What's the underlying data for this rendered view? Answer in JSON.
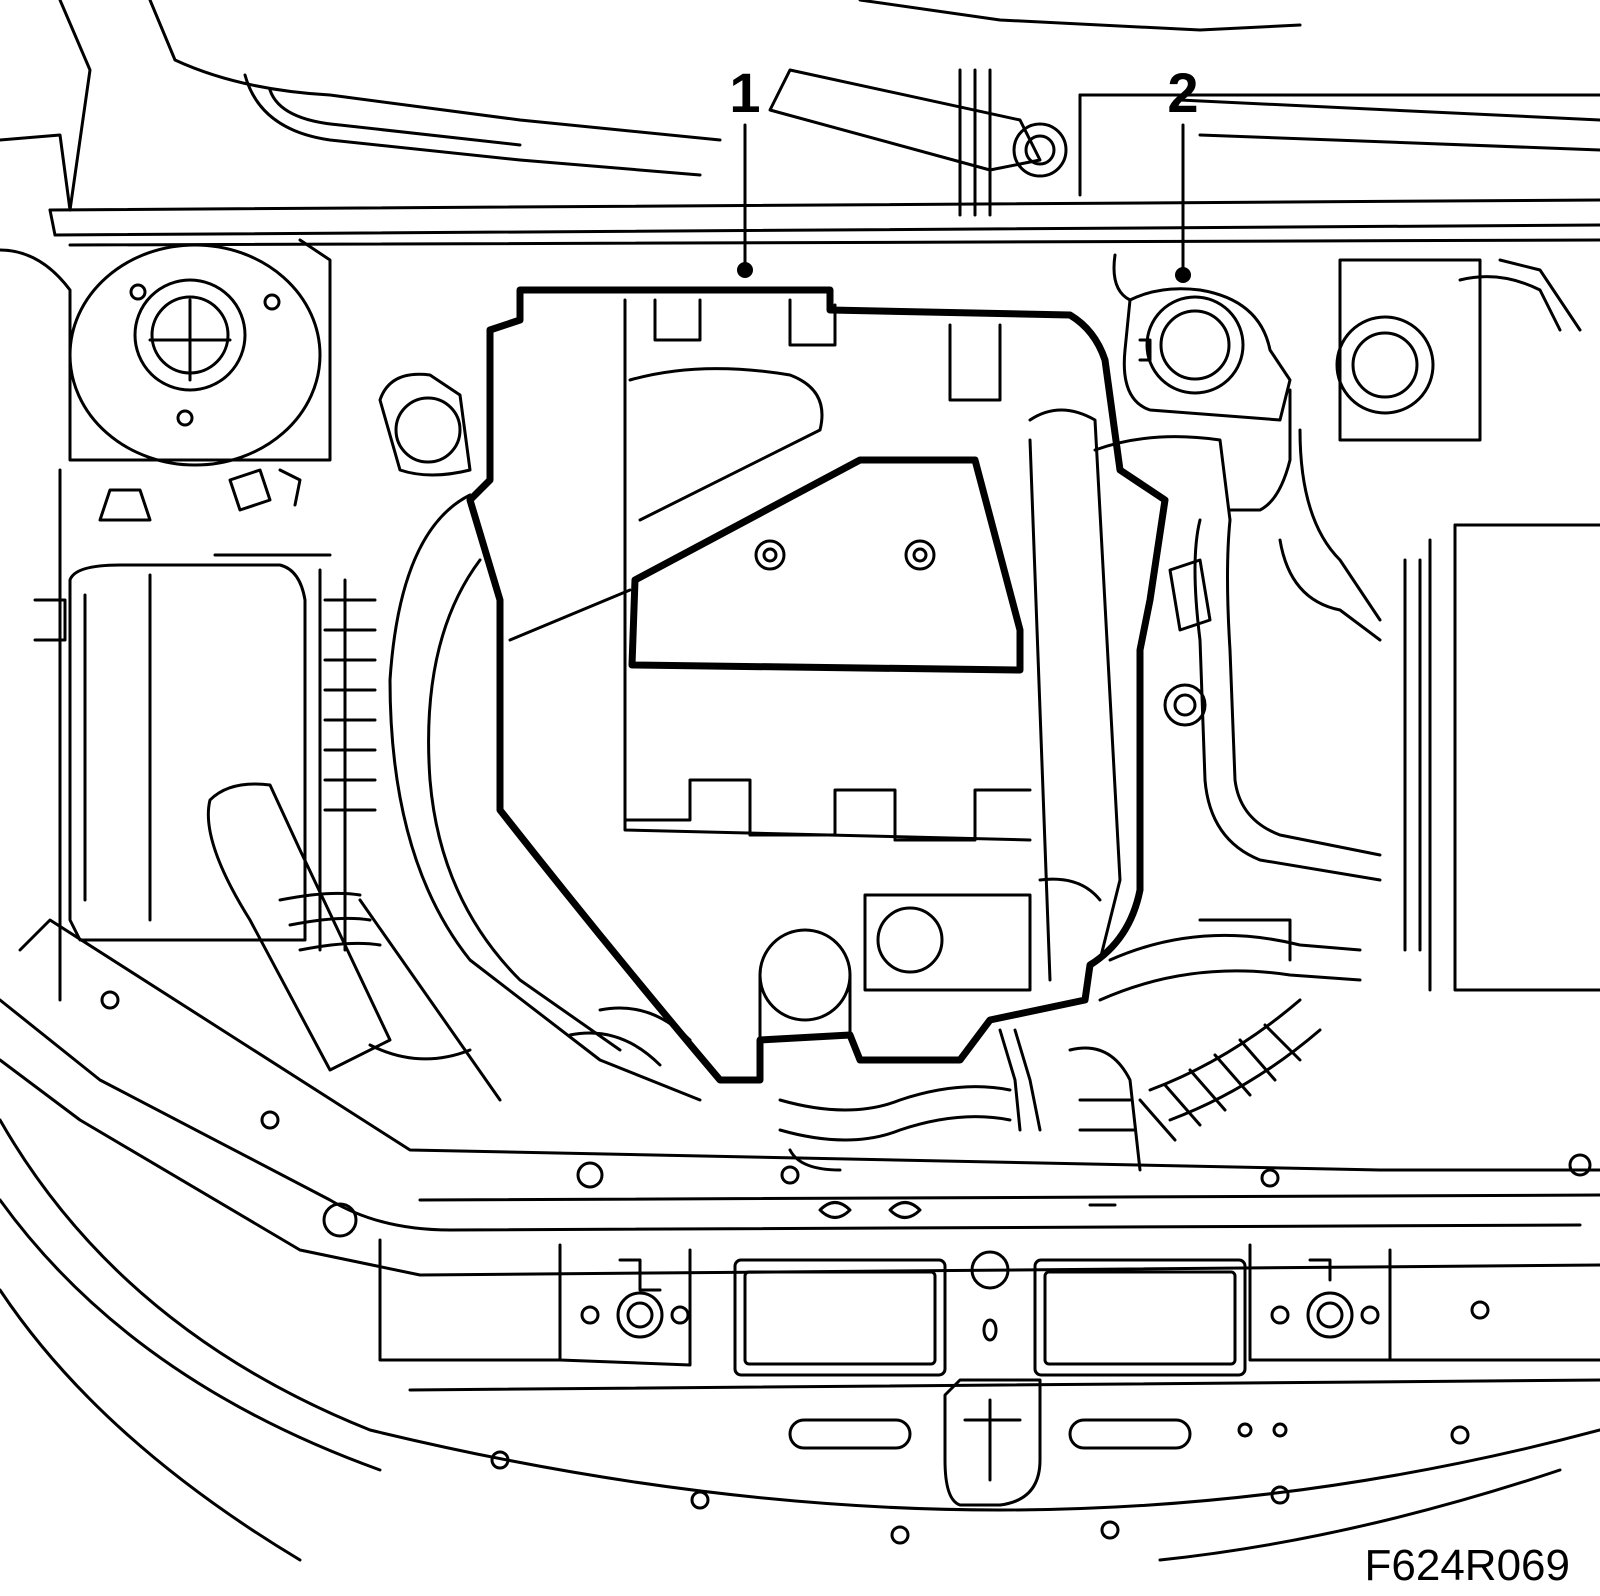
{
  "callouts": [
    {
      "id": "1",
      "label": "1"
    },
    {
      "id": "2",
      "label": "2"
    }
  ],
  "figure_code": "F624R069"
}
